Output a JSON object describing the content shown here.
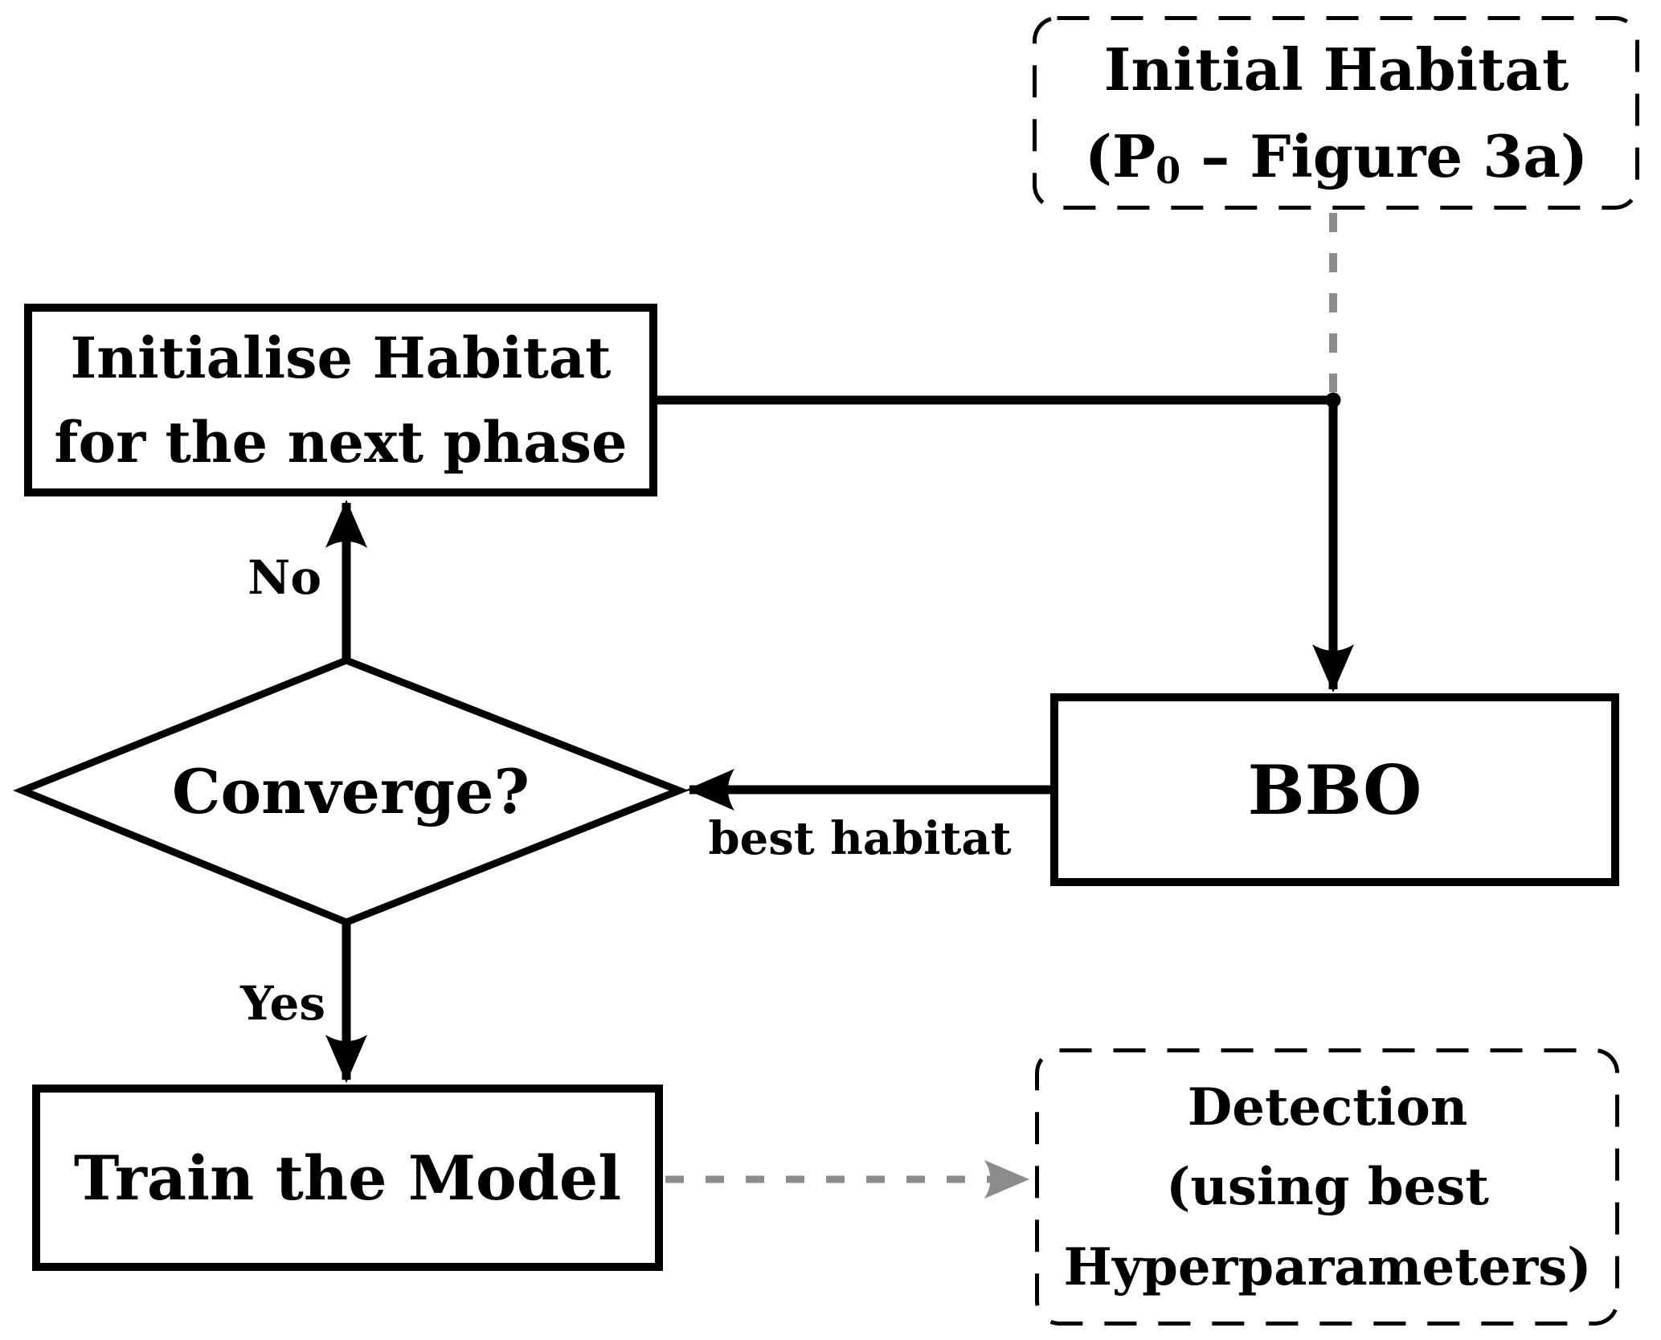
{
  "colors": {
    "line": "#000000",
    "gray": "#8c8c8c",
    "background": "#ffffff",
    "text": "#000000"
  },
  "nodes": {
    "initial_habitat": {
      "line1": "Initial Habitat",
      "p_prefix": "(P",
      "p_sub": "0",
      "p_suffix": " – Figure 3a)"
    },
    "initialise_habitat": {
      "line1": "Initialise Habitat",
      "line2": "for the next phase"
    },
    "bbo": {
      "label": "BBO"
    },
    "converge": {
      "label": "Converge?"
    },
    "train": {
      "label": "Train the Model"
    },
    "detection": {
      "line1": "Detection",
      "line2": "(using best",
      "line3": "Hyperparameters)"
    }
  },
  "edge_labels": {
    "no": "No",
    "yes": "Yes",
    "best_habitat": "best habitat"
  }
}
